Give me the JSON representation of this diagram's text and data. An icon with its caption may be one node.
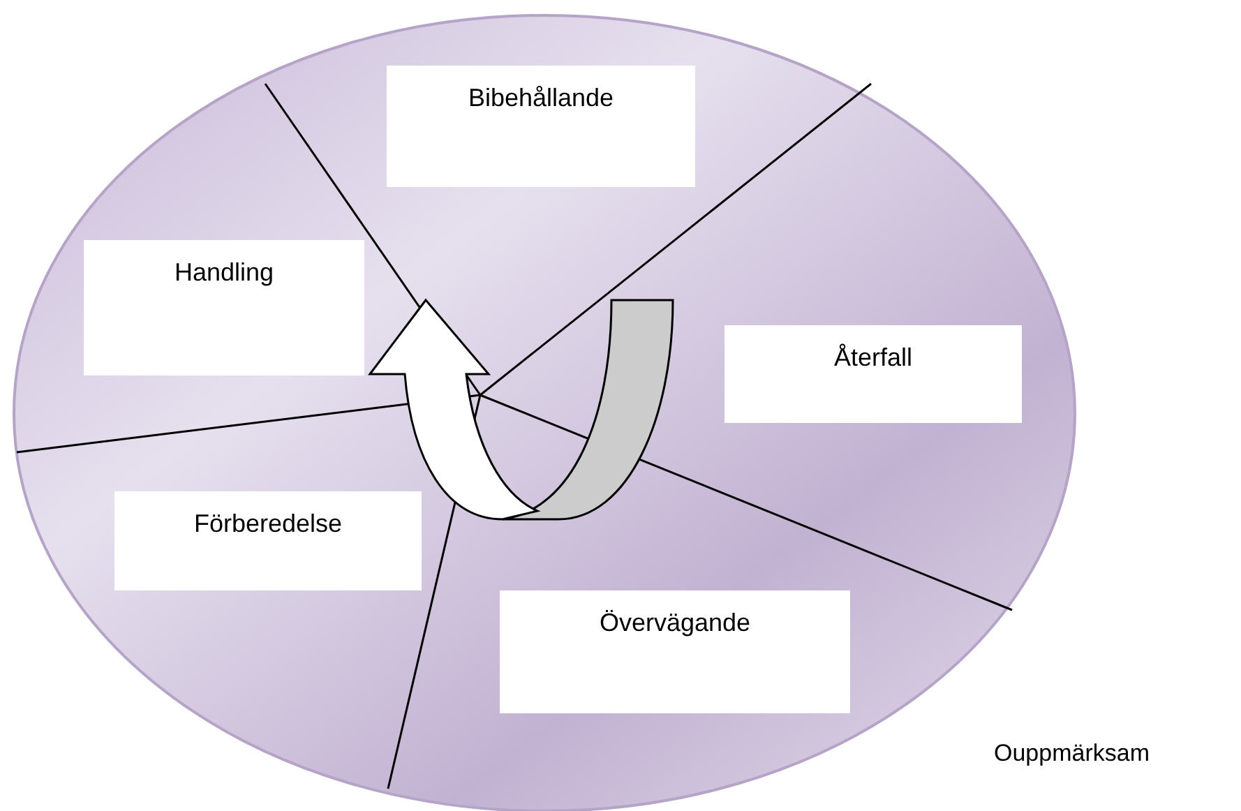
{
  "diagram": {
    "nodes": [
      {
        "text": [
          "Bibehållande"
        ]
      },
      {
        "text": [
          "Handling"
        ]
      },
      {
        "text": [
          "Återfall"
        ]
      },
      {
        "text": [
          "Förberedelse"
        ]
      },
      {
        "text": [
          "Övervägande"
        ]
      }
    ],
    "labels": [
      "Ouppmärksam"
    ]
  }
}
